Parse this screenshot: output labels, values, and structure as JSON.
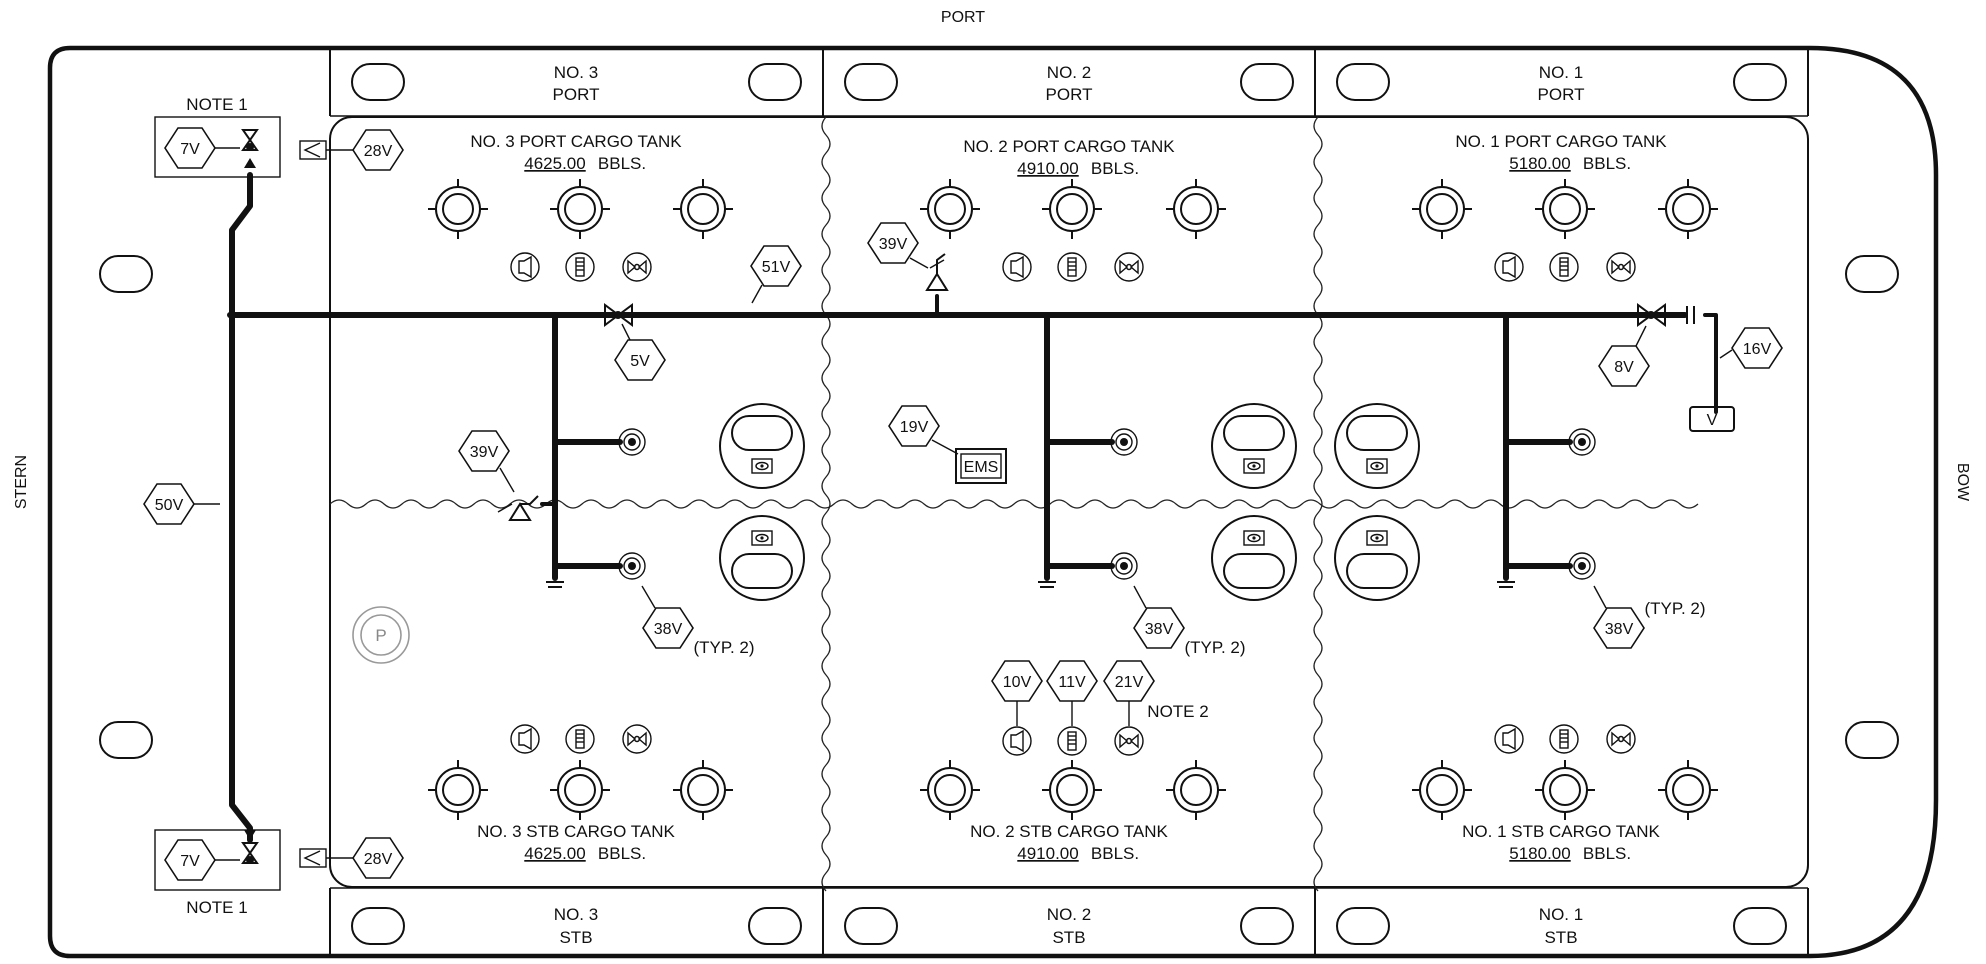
{
  "orientation": {
    "top": "PORT",
    "left": "STERN",
    "right": "BOW"
  },
  "wing_tanks_port": [
    {
      "name": "NO. 3",
      "side": "PORT"
    },
    {
      "name": "NO. 2",
      "side": "PORT"
    },
    {
      "name": "NO. 1",
      "side": "PORT"
    }
  ],
  "wing_tanks_stb": [
    {
      "name": "NO. 3",
      "side": "STB"
    },
    {
      "name": "NO. 2",
      "side": "STB"
    },
    {
      "name": "NO. 1",
      "side": "STB"
    }
  ],
  "cargo_tanks_port": [
    {
      "name": "NO. 3 PORT CARGO TANK",
      "volume": "4625.00",
      "unit": "BBLS."
    },
    {
      "name": "NO. 2 PORT CARGO TANK",
      "volume": "4910.00",
      "unit": "BBLS."
    },
    {
      "name": "NO. 1 PORT CARGO TANK",
      "volume": "5180.00",
      "unit": "BBLS."
    }
  ],
  "cargo_tanks_stb": [
    {
      "name": "NO. 3 STB CARGO TANK",
      "volume": "4625.00",
      "unit": "BBLS."
    },
    {
      "name": "NO. 2 STB CARGO TANK",
      "volume": "4910.00",
      "unit": "BBLS."
    },
    {
      "name": "NO. 1 STB CARGO TANK",
      "volume": "5180.00",
      "unit": "BBLS."
    }
  ],
  "notes": {
    "note1": "NOTE 1",
    "note2": "NOTE 2",
    "typ2": "(TYP. 2)"
  },
  "valve_tags": {
    "v7": "7V",
    "v28": "28V",
    "v51": "51V",
    "v5": "5V",
    "v39": "39V",
    "v8": "8V",
    "v16": "16V",
    "v19": "19V",
    "v50": "50V",
    "v38": "38V",
    "v10": "10V",
    "v11": "11V",
    "v21": "21V"
  },
  "symbols": {
    "ems": "EMS",
    "v_box": "V",
    "p_mark": "P"
  },
  "icon_names": [
    "hatch-icon",
    "horn-icon",
    "gauge-icon",
    "level-sensor-icon",
    "manhole-icon",
    "sight-glass-icon",
    "valve-icon",
    "relief-valve-icon",
    "drain-icon"
  ]
}
